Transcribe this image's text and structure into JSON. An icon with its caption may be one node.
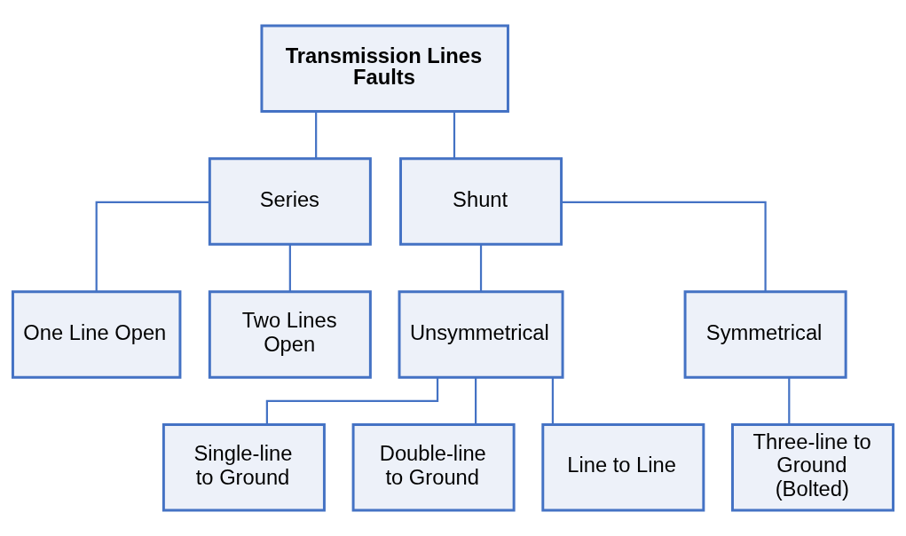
{
  "diagram": {
    "nodes": [
      {
        "text": [
          "Transmission Lines Faults"
        ]
      },
      {
        "text": [
          "Series"
        ]
      },
      {
        "text": [
          "Shunt"
        ]
      },
      {
        "text": [
          "One Line Open"
        ]
      },
      {
        "text": [
          "Two Lines Open"
        ]
      },
      {
        "text": [
          "Unsymmetrical"
        ]
      },
      {
        "text": [
          "Symmetrical"
        ]
      },
      {
        "text": [
          "Single-line to Ground"
        ]
      },
      {
        "text": [
          "Double-line to Ground"
        ]
      },
      {
        "text": [
          "Line to Line"
        ]
      },
      {
        "text": [
          "Three-line to Ground (Bolted)"
        ]
      }
    ],
    "edges": [
      {
        "from": 0,
        "to": 1,
        "arrow": "none"
      },
      {
        "from": 0,
        "to": 2,
        "arrow": "none"
      },
      {
        "from": 1,
        "to": 3,
        "arrow": "none"
      },
      {
        "from": 1,
        "to": 4,
        "arrow": "none"
      },
      {
        "from": 2,
        "to": 5,
        "arrow": "none"
      },
      {
        "from": 2,
        "to": 6,
        "arrow": "none"
      },
      {
        "from": 5,
        "to": 7,
        "arrow": "none"
      },
      {
        "from": 5,
        "to": 8,
        "arrow": "none"
      },
      {
        "from": 5,
        "to": 9,
        "arrow": "none"
      },
      {
        "from": 6,
        "to": 10,
        "arrow": "none"
      }
    ]
  }
}
